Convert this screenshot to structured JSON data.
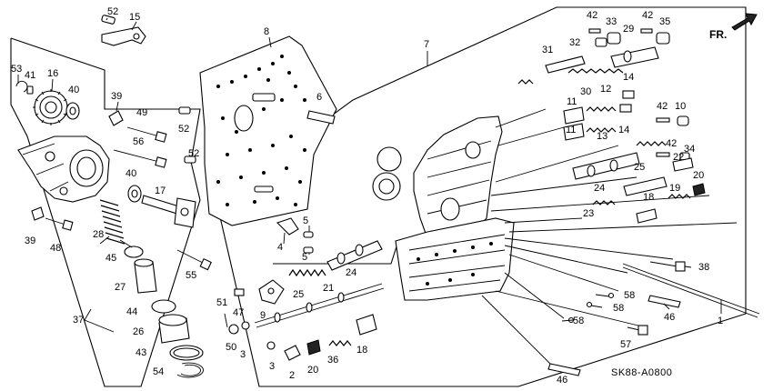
{
  "callouts": [
    {
      "id": "c52a",
      "text": "52"
    },
    {
      "id": "c15",
      "text": "15"
    },
    {
      "id": "c8",
      "text": "8"
    },
    {
      "id": "c7",
      "text": "7"
    },
    {
      "id": "c53",
      "text": "53"
    },
    {
      "id": "c41",
      "text": "41"
    },
    {
      "id": "c16",
      "text": "16"
    },
    {
      "id": "c40a",
      "text": "40"
    },
    {
      "id": "c39a",
      "text": "39"
    },
    {
      "id": "c49",
      "text": "49"
    },
    {
      "id": "c56",
      "text": "56"
    },
    {
      "id": "c52b",
      "text": "52"
    },
    {
      "id": "c52c",
      "text": "52"
    },
    {
      "id": "c6",
      "text": "6"
    },
    {
      "id": "c40b",
      "text": "40"
    },
    {
      "id": "c17",
      "text": "17"
    },
    {
      "id": "c39b",
      "text": "39"
    },
    {
      "id": "c48",
      "text": "48"
    },
    {
      "id": "c28",
      "text": "28"
    },
    {
      "id": "c45",
      "text": "45"
    },
    {
      "id": "c55",
      "text": "55"
    },
    {
      "id": "c27",
      "text": "27"
    },
    {
      "id": "c44",
      "text": "44"
    },
    {
      "id": "c37",
      "text": "37"
    },
    {
      "id": "c26",
      "text": "26"
    },
    {
      "id": "c43",
      "text": "43"
    },
    {
      "id": "c54",
      "text": "54"
    },
    {
      "id": "c4",
      "text": "4"
    },
    {
      "id": "c5a",
      "text": "5"
    },
    {
      "id": "c5b",
      "text": "5"
    },
    {
      "id": "c24a",
      "text": "24"
    },
    {
      "id": "c25a",
      "text": "25"
    },
    {
      "id": "c9",
      "text": "9"
    },
    {
      "id": "c51",
      "text": "51"
    },
    {
      "id": "c47",
      "text": "47"
    },
    {
      "id": "c21",
      "text": "21"
    },
    {
      "id": "c50",
      "text": "50"
    },
    {
      "id": "c3a",
      "text": "3"
    },
    {
      "id": "c3b",
      "text": "3"
    },
    {
      "id": "c2",
      "text": "2"
    },
    {
      "id": "c20a",
      "text": "20"
    },
    {
      "id": "c36",
      "text": "36"
    },
    {
      "id": "c18a",
      "text": "18"
    },
    {
      "id": "c42a",
      "text": "42"
    },
    {
      "id": "c33",
      "text": "33"
    },
    {
      "id": "c42b",
      "text": "42"
    },
    {
      "id": "c35",
      "text": "35"
    },
    {
      "id": "c31",
      "text": "31"
    },
    {
      "id": "c32",
      "text": "32"
    },
    {
      "id": "c29",
      "text": "29"
    },
    {
      "id": "c30",
      "text": "30"
    },
    {
      "id": "c14a",
      "text": "14"
    },
    {
      "id": "c11a",
      "text": "11"
    },
    {
      "id": "c12",
      "text": "12"
    },
    {
      "id": "c14b",
      "text": "14"
    },
    {
      "id": "c42c",
      "text": "42"
    },
    {
      "id": "c10",
      "text": "10"
    },
    {
      "id": "c11b",
      "text": "11"
    },
    {
      "id": "c13",
      "text": "13"
    },
    {
      "id": "c42d",
      "text": "42"
    },
    {
      "id": "c34",
      "text": "34"
    },
    {
      "id": "c22",
      "text": "22"
    },
    {
      "id": "c25b",
      "text": "25"
    },
    {
      "id": "c20b",
      "text": "20"
    },
    {
      "id": "c24b",
      "text": "24"
    },
    {
      "id": "c19",
      "text": "19"
    },
    {
      "id": "c18b",
      "text": "18"
    },
    {
      "id": "c23",
      "text": "23"
    },
    {
      "id": "c38",
      "text": "38"
    },
    {
      "id": "c58a",
      "text": "58"
    },
    {
      "id": "c58b",
      "text": "58"
    },
    {
      "id": "c58c",
      "text": "58"
    },
    {
      "id": "c46a",
      "text": "46"
    },
    {
      "id": "c1",
      "text": "1"
    },
    {
      "id": "c57",
      "text": "57"
    },
    {
      "id": "c46b",
      "text": "46"
    }
  ],
  "orientation_mark": "FR.",
  "diagram_code": "SK88-A0800"
}
